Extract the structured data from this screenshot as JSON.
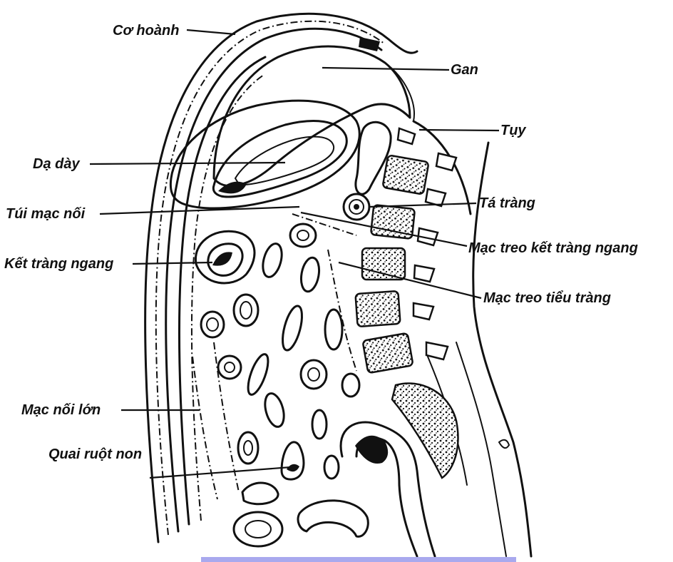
{
  "labels": {
    "co_hoanh": "Cơ hoành",
    "gan": "Gan",
    "tuy": "Tụy",
    "da_day": "Dạ dày",
    "ta_trang": "Tá tràng",
    "tui_mac_noi": "Túi mạc nối",
    "mac_treo_ket_trang_ngang": "Mạc treo kết tràng ngang",
    "ket_trang_ngang": "Kết tràng ngang",
    "mac_treo_tieu_trang": "Mạc treo tiểu tràng",
    "mac_noi_lon": "Mạc nối lớn",
    "quai_ruot_non": "Quai ruột non"
  },
  "colors": {
    "ink": "#111111",
    "background": "#ffffff",
    "bottom_bar": "#a9a9ee"
  }
}
